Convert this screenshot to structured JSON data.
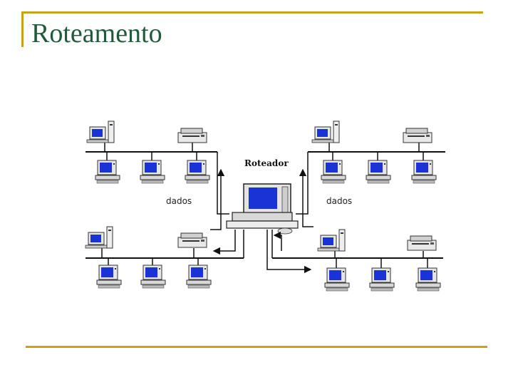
{
  "slide": {
    "title": "Roteamento"
  },
  "diagram": {
    "router_label": "Roteador",
    "data_label_left": "dados",
    "data_label_right": "dados"
  },
  "colors": {
    "accent": "#c9a21a",
    "title": "#1f5a3a",
    "screen": "#1a33d6"
  }
}
